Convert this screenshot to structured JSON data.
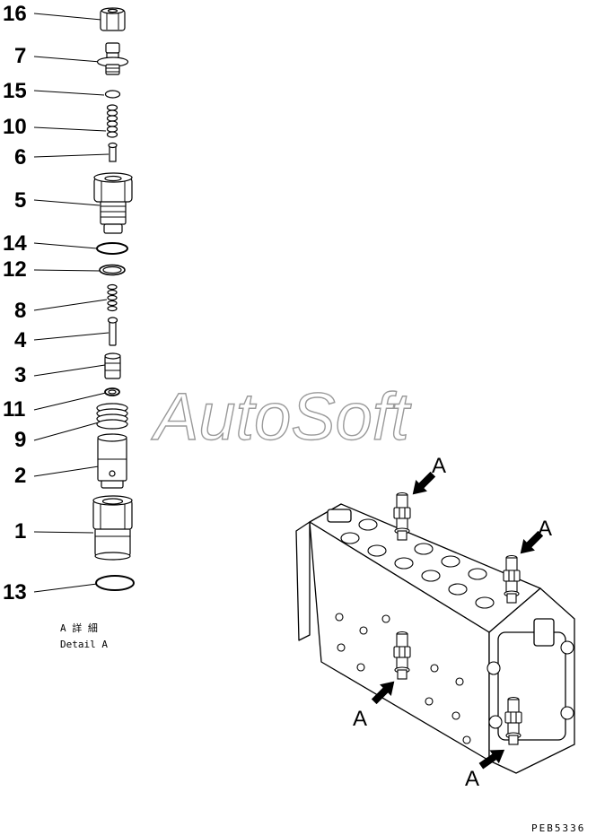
{
  "callouts": [
    "16",
    "7",
    "15",
    "10",
    "6",
    "5",
    "14",
    "12",
    "8",
    "4",
    "3",
    "11",
    "9",
    "2",
    "1",
    "13"
  ],
  "detail": {
    "jp": "A 詳 細",
    "en": "Detail A"
  },
  "watermark": "AutoSoft",
  "view_labels": [
    "A",
    "A",
    "A",
    "A"
  ],
  "drawing_code": "PEB5336",
  "colors": {
    "line": "#000000",
    "background": "#ffffff",
    "watermark": "#9a9a9a"
  }
}
